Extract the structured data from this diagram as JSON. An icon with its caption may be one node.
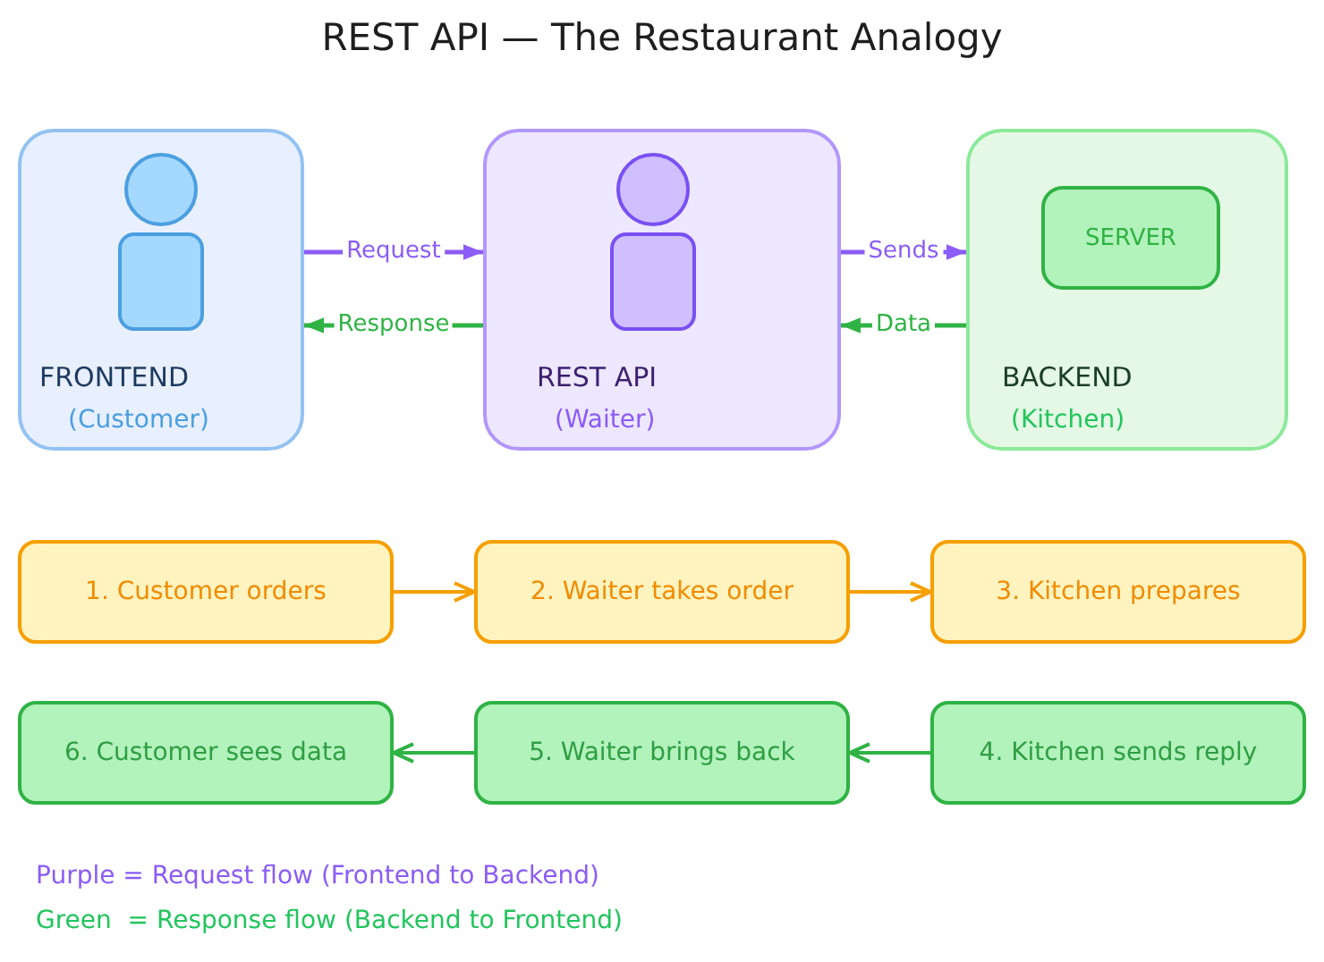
{
  "diagram": {
    "title": "REST API — The Restaurant Analogy",
    "nodes": [
      {
        "text": [
          "FRONTEND",
          "(Customer)"
        ]
      },
      {
        "text": [
          "REST API",
          "(Waiter)"
        ]
      },
      {
        "text": [
          "BACKEND",
          "(Kitchen)"
        ]
      },
      {
        "text": [
          "SERVER"
        ],
        "in": 2
      },
      {
        "text": [
          "1. Customer orders"
        ]
      },
      {
        "text": [
          "2. Waiter takes order"
        ]
      },
      {
        "text": [
          "3. Kitchen prepares"
        ]
      },
      {
        "text": [
          "6. Customer sees data"
        ]
      },
      {
        "text": [
          "5. Waiter brings back"
        ]
      },
      {
        "text": [
          "4. Kitchen sends reply"
        ]
      }
    ],
    "edges": [
      {
        "from": 0,
        "to": 1,
        "arrow": "to",
        "label": "Request",
        "color": "#8b5cf6"
      },
      {
        "from": 1,
        "to": 0,
        "arrow": "to",
        "label": "Response"
      },
      {
        "from": 1,
        "to": 2,
        "arrow": "to",
        "label": "Sends",
        "color": "#8b5cf6"
      },
      {
        "from": 2,
        "to": 1,
        "arrow": "to",
        "label": "Data"
      },
      {
        "from": 4,
        "to": 5,
        "arrow": "to",
        "color": "#f59f00"
      },
      {
        "from": 5,
        "to": 6,
        "arrow": "to",
        "color": "#f59f00"
      },
      {
        "from": 9,
        "to": 8,
        "arrow": "to"
      },
      {
        "from": 8,
        "to": 7,
        "arrow": "to"
      }
    ],
    "legend": [
      {
        "text": "Purple = Request flow (Frontend to Backend)",
        "color": "#8b5cf6"
      },
      {
        "text": "Green  = Response flow (Backend to Frontend)",
        "color": "#22c55e"
      }
    ]
  }
}
